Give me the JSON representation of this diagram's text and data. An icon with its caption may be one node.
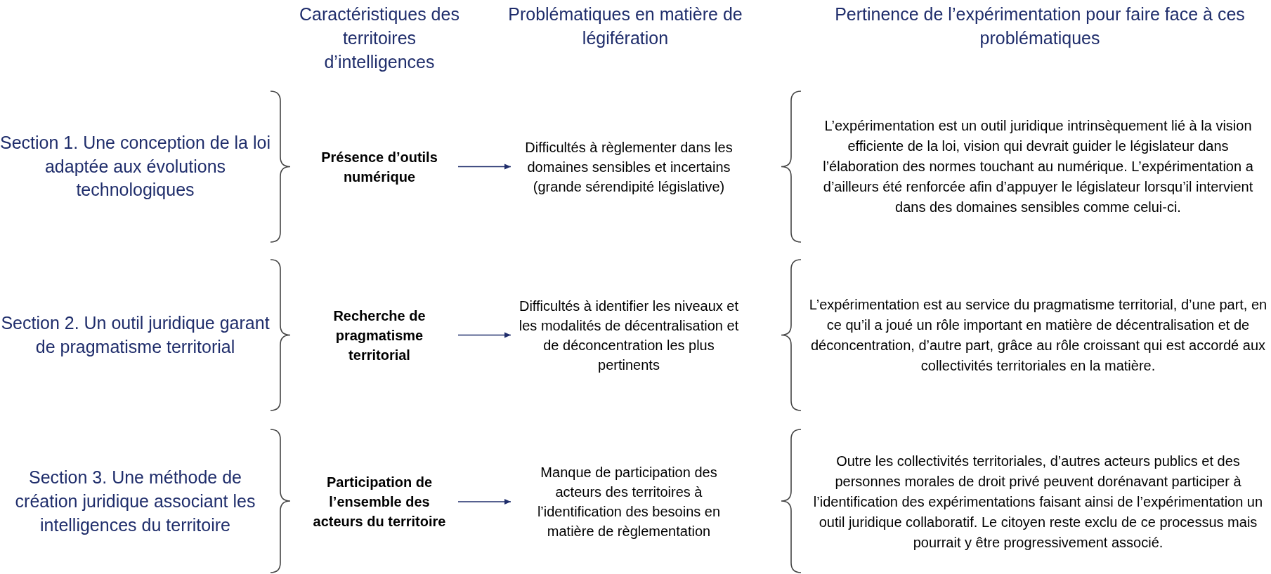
{
  "diagram": {
    "nodes": [
      {
        "text": [
          "Section 1. Une conception de la loi adaptée aux évolutions technologiques"
        ]
      },
      {
        "text": [
          "Section 2. Un outil juridique garant de pragmatisme territorial"
        ]
      },
      {
        "text": [
          "Section 3. Une méthode de création juridique associant les intelligences du territoire"
        ]
      },
      {
        "text": [
          "Présence d’outils numérique"
        ]
      },
      {
        "text": [
          "Recherche de pragmatisme territorial"
        ]
      },
      {
        "text": [
          "Participation de l’ensemble des acteurs du territoire"
        ]
      },
      {
        "text": [
          "Difficultés à règlementer dans les domaines sensibles et incertains (grande sérendipité législative)"
        ]
      },
      {
        "text": [
          "Difficultés à identifier les niveaux et les modalités de décentralisation et de déconcentration les plus pertinents"
        ]
      },
      {
        "text": [
          "Manque de participation des acteurs des territoires à l’identification des besoins en matière de règlementation"
        ]
      },
      {
        "text": [
          "L’expérimentation est un outil juridique intrinsèquement lié à la vision efficiente de la loi, vision qui devrait guider le législateur dans l’élaboration des normes touchant au numérique. L’expérimentation a d’ailleurs été renforcée afin d’appuyer le législateur lorsqu’il intervient dans des domaines sensibles comme celui-ci."
        ]
      },
      {
        "text": [
          "L’expérimentation est au service du pragmatisme territorial, d’une part, en ce qu’il a joué un rôle important en matière de décentralisation et de déconcentration, d’autre part, grâce au rôle croissant qui est accordé aux collectivités territoriales en la matière."
        ]
      },
      {
        "text": [
          "Outre les collectivités territoriales, d’autres acteurs publics et des personnes morales de droit privé peuvent dorénavant participer à l’identification des expérimentations faisant ainsi de l’expérimentation un outil juridique collaboratif. Le citoyen reste exclu de ce processus mais pourrait y être progressivement associé."
        ]
      }
    ],
    "edges": [
      {
        "from": 3,
        "to": 6,
        "arrow": "to"
      },
      {
        "from": 4,
        "to": 7,
        "arrow": "to"
      },
      {
        "from": 5,
        "to": 8,
        "arrow": "to"
      }
    ],
    "labels": [
      "Caractéristiques des territoires d’intelligences",
      "Problématiques en matière de légifération",
      "Pertinence de l’expérimentation pour faire face à ces problématiques"
    ]
  }
}
